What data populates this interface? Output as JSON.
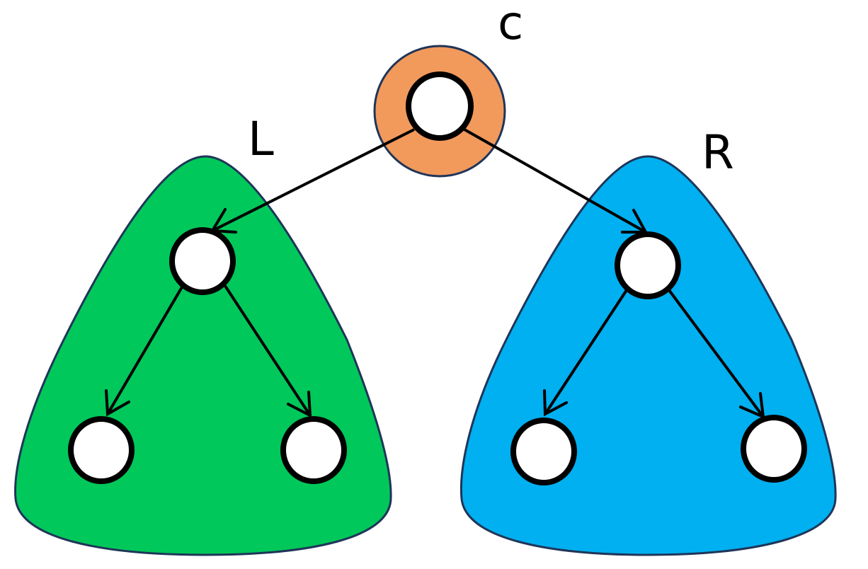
{
  "labels": {
    "center": "c",
    "left": "L",
    "right": "R"
  },
  "colors": {
    "center_ring": "#f2995c",
    "left_subtree": "#00c85a",
    "right_subtree": "#00b0f0",
    "region_outline": "#1f3558",
    "node_fill": "#ffffff",
    "node_stroke": "#000000",
    "edge": "#000000"
  }
}
